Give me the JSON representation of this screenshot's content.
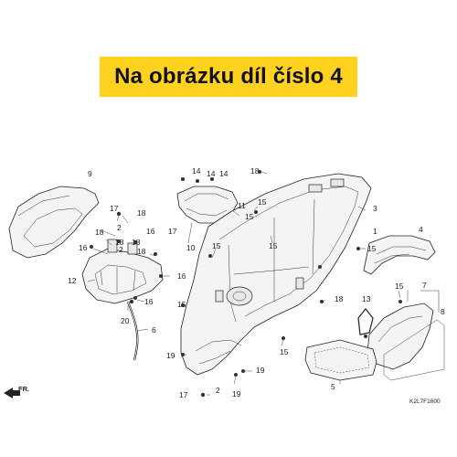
{
  "banner": {
    "title": "Na obrázku díl číslo 4",
    "bg": "#ffd21f"
  },
  "diagram_code": "K2L7F1600",
  "direction_label": "FR.",
  "callouts": {
    "c9": "9",
    "c17a": "17",
    "c18a": "18",
    "c2a": "2",
    "c16a": "16",
    "c18b": "18",
    "c18c": "18",
    "c2b": "2",
    "c18d": "18",
    "c18e": "18",
    "c16b": "16",
    "c17b": "17",
    "c12": "12",
    "c16c": "16",
    "c16d": "16",
    "c20": "20",
    "c6": "6",
    "c14a": "14",
    "c14b": "14",
    "c14c": "14",
    "c11": "11",
    "c10": "10",
    "c15a": "15",
    "c15b": "15",
    "c15c": "15",
    "c15d": "15",
    "c15e": "15",
    "c15f": "15",
    "c18f": "18",
    "c18g": "18",
    "c3": "3",
    "c1": "1",
    "c4": "4",
    "c15g": "15",
    "c13": "13",
    "c15h": "15",
    "c7": "7",
    "c8": "8",
    "c19a": "19",
    "c19b": "19",
    "c19c": "19",
    "c17c": "17",
    "c2c": "2",
    "c5": "5"
  }
}
